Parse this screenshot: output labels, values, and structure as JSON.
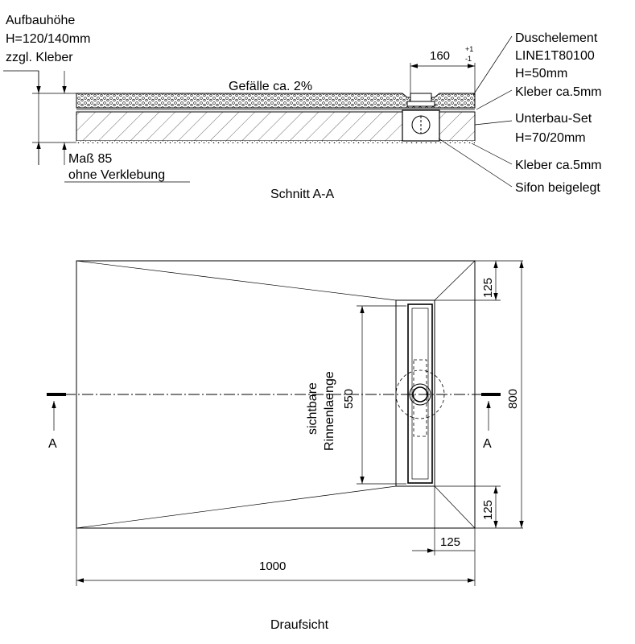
{
  "section": {
    "caption": "Schnitt A-A",
    "left_note": {
      "line1": "Aufbauhöhe",
      "line2": "H=120/140mm",
      "line3": "zzgl. Kleber"
    },
    "measure_note": {
      "line1": "Maß 85",
      "line2": "ohne Verklebung"
    },
    "slope_label": "Gefälle ca. 2%",
    "dim_160": "160",
    "tol_plus": "+1",
    "tol_minus": "-1",
    "callouts": {
      "element_line1": "Duschelement",
      "element_line2": "LINE1T80100",
      "element_line3": "H=50mm",
      "adhesive_top": "Kleber ca.5mm",
      "subbase_line1": "Unterbau-Set",
      "subbase_line2": "H=70/20mm",
      "adhesive_bottom": "Kleber ca.5mm",
      "siphon": "Sifon beigelegt"
    }
  },
  "plan": {
    "caption": "Draufsicht",
    "dim_width": "1000",
    "dim_height": "800",
    "dim_top": "125",
    "dim_bottom": "125",
    "dim_side": "125",
    "channel_label_line1": "sichtbare",
    "channel_label_line2": "Rinnenlaenge",
    "channel_length": "550",
    "cut_left": "A",
    "cut_right": "A"
  }
}
